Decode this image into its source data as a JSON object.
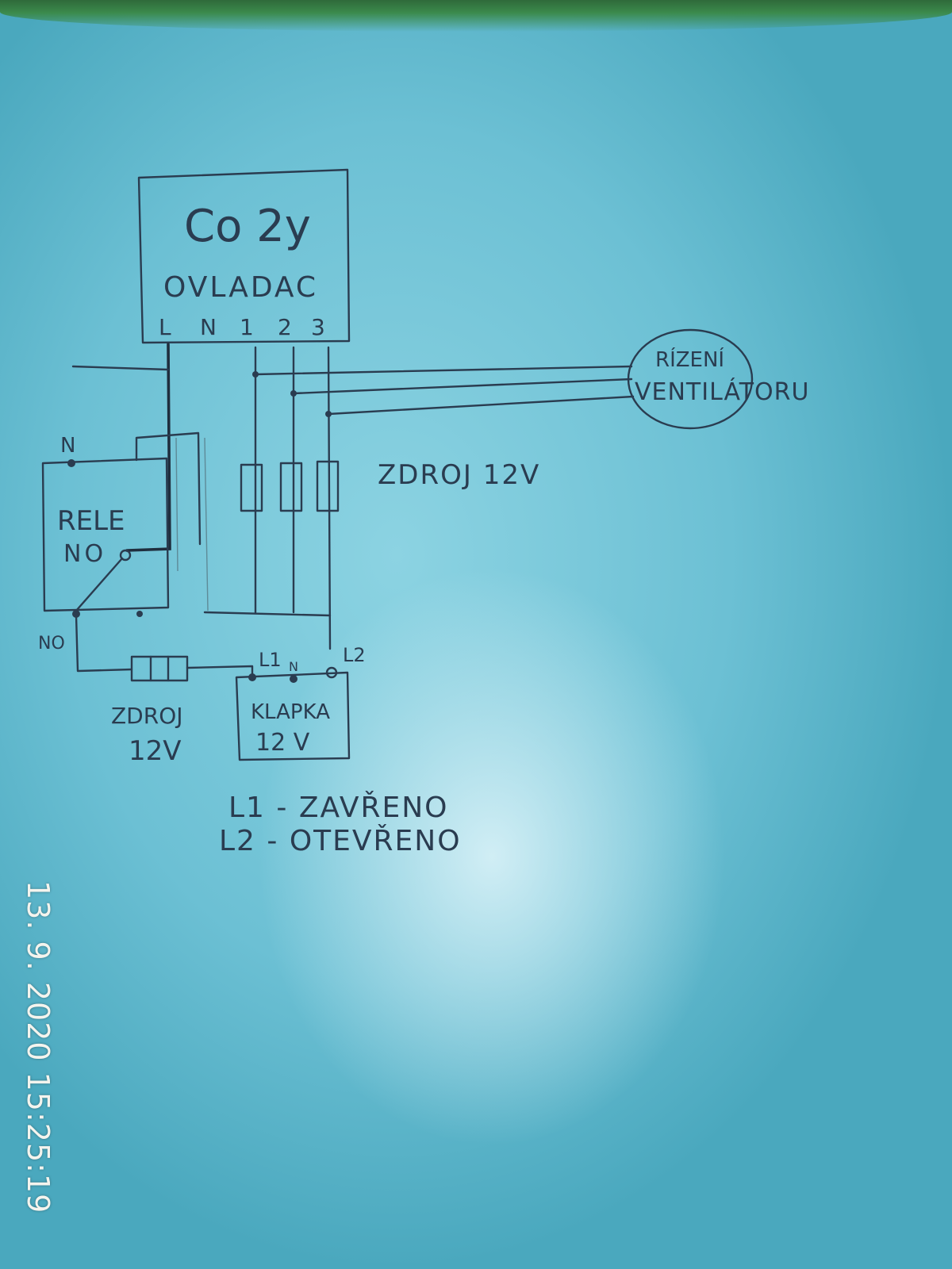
{
  "controller": {
    "title": "Co 2y",
    "subtitle": "OVLADAC",
    "terminals": [
      "L",
      "N",
      "1",
      "2",
      "3"
    ]
  },
  "fan": {
    "line1": "RÍZENÍ",
    "line2": "VENTILÁTORU"
  },
  "relay": {
    "label": "RELE",
    "contact": "NO",
    "pin_top": "N",
    "pin_bottom": "NO"
  },
  "supply_right": "ZDROJ 12V",
  "supply_bottom": {
    "line1": "ZDROJ",
    "line2": "12V"
  },
  "damper": {
    "line1": "KLAPKA",
    "line2": "12 V",
    "pin_l1": "L1",
    "pin_n": "N",
    "pin_l2": "L2"
  },
  "legend": {
    "l1": "L1 - ZAVŘENO",
    "l2": "L2 - OTEVŘENO"
  },
  "timestamp": "13. 9. 2020 15:25:19",
  "colors": {
    "paper": "#8cd3e2",
    "ink": "#2a3c50",
    "timestamp": "#f4f4ee"
  }
}
